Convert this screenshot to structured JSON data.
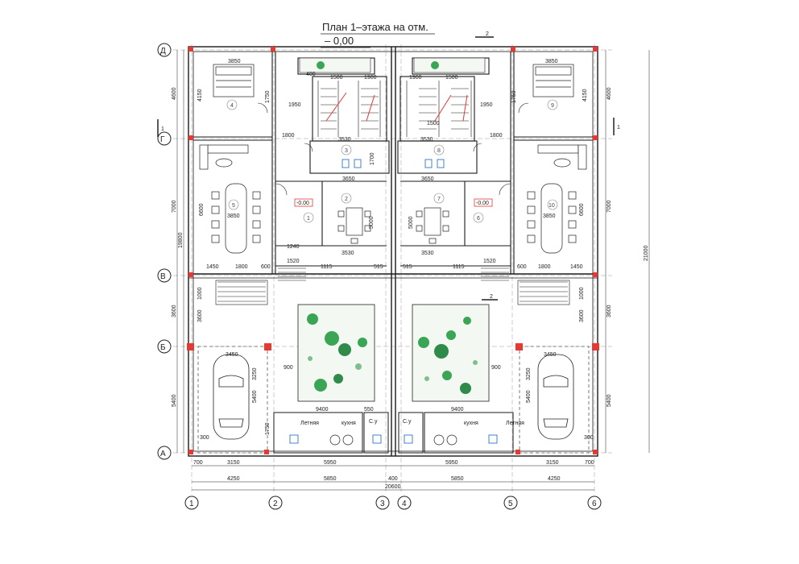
{
  "title": {
    "line1": "План 1–этажа на отм.",
    "line2": "– 0,00",
    "section_mark": "2"
  },
  "axes": {
    "rows": [
      "Д",
      "Г",
      "В",
      "Б",
      "А"
    ],
    "cols": [
      "1",
      "2",
      "3",
      "4",
      "5",
      "6"
    ]
  },
  "section_marks": {
    "left": "1",
    "right": "1",
    "courtyard": "2"
  },
  "room_numbers": [
    "1",
    "2",
    "3",
    "4",
    "5",
    "6",
    "7",
    "8",
    "9",
    "10"
  ],
  "room_labels": {
    "summer_left": "Летняя",
    "kitchen_left": "кухня",
    "summer_right": "Летняя",
    "kitchen_right": "кухня",
    "wc_left": "С.у",
    "wc_right": "С.у"
  },
  "levels": {
    "left": "-0.00",
    "right": "-0.00"
  },
  "dimensions": {
    "outer_left": [
      "4600",
      "7000",
      "3600",
      "5400"
    ],
    "outer_left_total": "19800",
    "outer_right": [
      "4600",
      "7000",
      "3600",
      "5400"
    ],
    "outer_right_total": "21000",
    "bottom_row1": [
      "700",
      "3150",
      "5950",
      "5950",
      "3150",
      "700"
    ],
    "bottom_row2": [
      "4250",
      "5850",
      "400",
      "5850",
      "4250"
    ],
    "bottom_total": "20600",
    "top_left": [
      "1500",
      "1900"
    ],
    "top_right": [
      "1900",
      "1500"
    ],
    "inner": [
      "3850",
      "4150",
      "1950",
      "1750",
      "1800",
      "3530",
      "1700",
      "3650",
      "6600",
      "3850",
      "5000",
      "5000",
      "3530",
      "1450",
      "1800",
      "600",
      "1115",
      "515",
      "1520",
      "1240",
      "3450",
      "5400",
      "3250",
      "9400",
      "550",
      "1750",
      "1000",
      "3600",
      "900",
      "400",
      "300",
      "1500",
      "1750"
    ]
  },
  "colors": {
    "line": "#1a1a1a",
    "column": "#e53935",
    "green": "#3aa655",
    "accent": "#1565c0"
  }
}
